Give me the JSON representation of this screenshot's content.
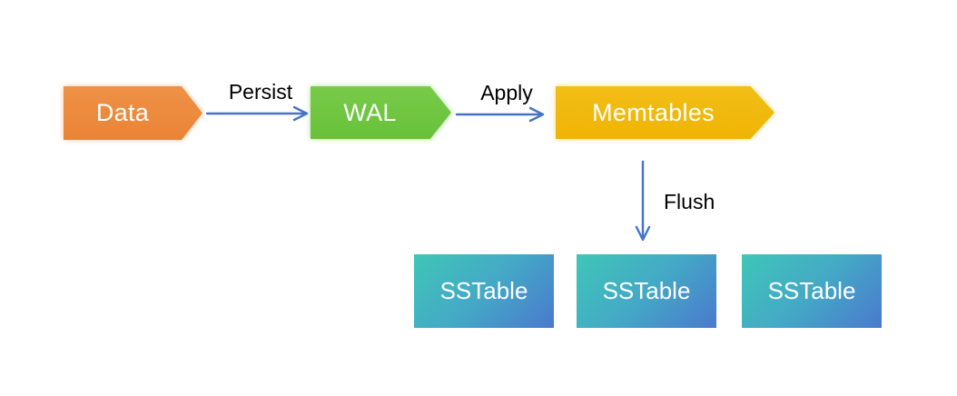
{
  "diagram": {
    "type": "flow",
    "background": "#FFFFFF",
    "nodes": [
      {
        "id": "data",
        "label": "Data",
        "shape": "pentagon-arrow",
        "color": "#EA8435",
        "text_color": "#FFFFFF"
      },
      {
        "id": "wal",
        "label": "WAL",
        "shape": "pentagon-arrow",
        "color": "#69C13A",
        "text_color": "#FFFFFF"
      },
      {
        "id": "memtables",
        "label": "Memtables",
        "shape": "pentagon-arrow",
        "color": "#EFB404",
        "text_color": "#FFFFFF"
      }
    ],
    "edges": [
      {
        "id": "persist",
        "label": "Persist",
        "from": "data",
        "to": "wal",
        "direction": "right"
      },
      {
        "id": "apply",
        "label": "Apply",
        "from": "wal",
        "to": "memtables",
        "direction": "right"
      },
      {
        "id": "flush",
        "label": "Flush",
        "from": "memtables",
        "to": "sstables",
        "direction": "down"
      }
    ],
    "sstables": [
      {
        "label": "SSTable"
      },
      {
        "label": "SSTable"
      },
      {
        "label": "SSTable"
      }
    ],
    "colors": {
      "arrow": "#4573C8",
      "edge_label_text": "#000000",
      "node_text": "#FFFFFF",
      "sstable_gradient_start": "#3FC6B7",
      "sstable_gradient_end": "#4A79CE"
    }
  }
}
